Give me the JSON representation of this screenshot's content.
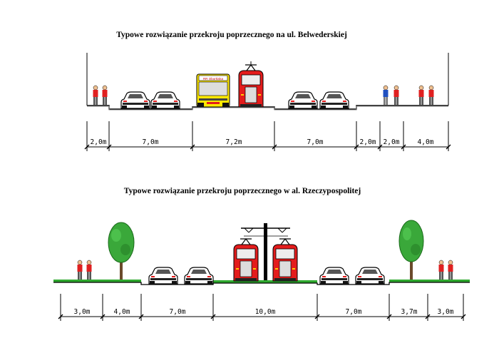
{
  "sections": [
    {
      "title": "Typowe rozwiązanie przekroju poprzecznego na ul. Belwederskiej",
      "dimensions": [
        "2,0m",
        "7,0m",
        "7,2m",
        "7,0m",
        "2,0m",
        "2,0m",
        "4,0m"
      ],
      "bus_sign": "RR Oborkiska"
    },
    {
      "title": "Typowe rozwiązanie przekroju poprzecznego w al. Rzeczypospolitej",
      "dimensions": [
        "3,0m",
        "4,0m",
        "7,0m",
        "10,0m",
        "7,0m",
        "3,7m",
        "3,0m"
      ]
    }
  ],
  "colors": {
    "car_body": "#ffffff",
    "tram": "#e41c1c",
    "bus": "#ffe800",
    "grass": "#2ea82e",
    "tree": "#3aa83a",
    "pedestrian_shirt": "#e02020"
  }
}
